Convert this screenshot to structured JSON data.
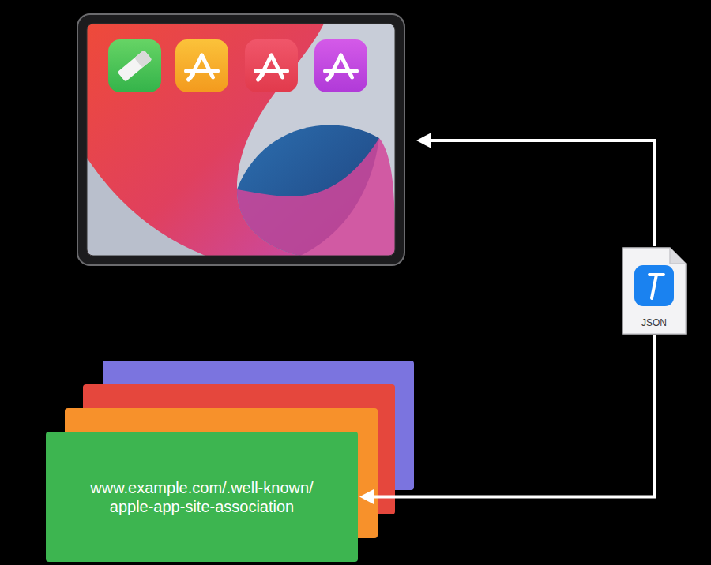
{
  "diagram": {
    "nodes": [
      {
        "text": [
          "www.example.com/.well-known/ apple-app-site-association"
        ]
      },
      {
        "text": [
          "JSON"
        ]
      }
    ],
    "edges": [
      {
        "from": 1,
        "to": 0,
        "arrow": "to"
      }
    ]
  }
}
